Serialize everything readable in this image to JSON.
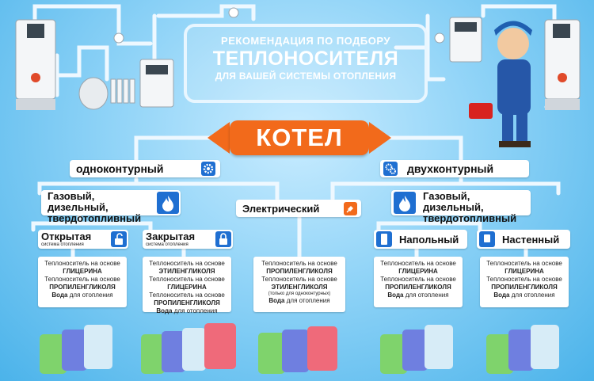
{
  "title": {
    "line1": "РЕКОМЕНДАЦИЯ ПО ПОДБОРУ",
    "line2": "ТЕПЛОНОСИТЕЛЯ",
    "line3": "ДЛЯ ВАШЕЙ СИСТЕМЫ ОТОПЛЕНИЯ"
  },
  "root": "КОТЕЛ",
  "branches": {
    "single": "одноконтурный",
    "double": "двухконтурный",
    "gas_left": "Газовый, дизельный, твердотопливный",
    "gas_right": "Газовый, дизельный, твердотопливный",
    "electric": "Электрический",
    "open": "Открытая",
    "open_sub": "система отопления",
    "closed": "Закрытая",
    "closed_sub": "система отопления",
    "floor": "Напольный",
    "wall": "Настенный"
  },
  "cards": {
    "open": [
      {
        "t": "Теплоноситель на основе",
        "b": "ГЛИЦЕРИНА"
      },
      {
        "t": "Теплоноситель на основе",
        "b": "ПРОПИЛЕНГЛИКОЛЯ"
      },
      {
        "t": "для отопления",
        "b": "Вода"
      }
    ],
    "closed": [
      {
        "t": "Теплоноситель на основе",
        "b": "ЭТИЛЕНГЛИКОЛЯ"
      },
      {
        "t": "Теплоноситель на основе",
        "b": "ГЛИЦЕРИНА"
      },
      {
        "t": "Теплоноситель на основе",
        "b": "ПРОПИЛЕНГЛИКОЛЯ"
      },
      {
        "t": "для отопления",
        "b": "Вода"
      }
    ],
    "electric": [
      {
        "t": "Теплоноситель на основе",
        "b": "ПРОПИЛЕНГЛИКОЛЯ"
      },
      {
        "t": "Теплоноситель на основе",
        "b": "ЭТИЛЕНГЛИКОЛЯ",
        "note": "(только для одноконтурных)"
      },
      {
        "t": "для отопления",
        "b": "Вода"
      }
    ],
    "floor": [
      {
        "t": "Теплоноситель на основе",
        "b": "ГЛИЦЕРИНА"
      },
      {
        "t": "Теплоноситель на основе",
        "b": "ПРОПИЛЕНГЛИКОЛЯ"
      },
      {
        "t": "для отопления",
        "b": "Вода"
      }
    ],
    "wall": [
      {
        "t": "Теплоноситель на основе",
        "b": "ГЛИЦЕРИНА"
      },
      {
        "t": "Теплоноситель на основе",
        "b": "ПРОПИЛЕНГЛИКОЛЯ"
      },
      {
        "t": "для отопления",
        "b": "Вода"
      }
    ]
  },
  "colors": {
    "accent": "#f26a1b",
    "icon_blue": "#1f6fd1",
    "pipe": "#eef8ff"
  }
}
